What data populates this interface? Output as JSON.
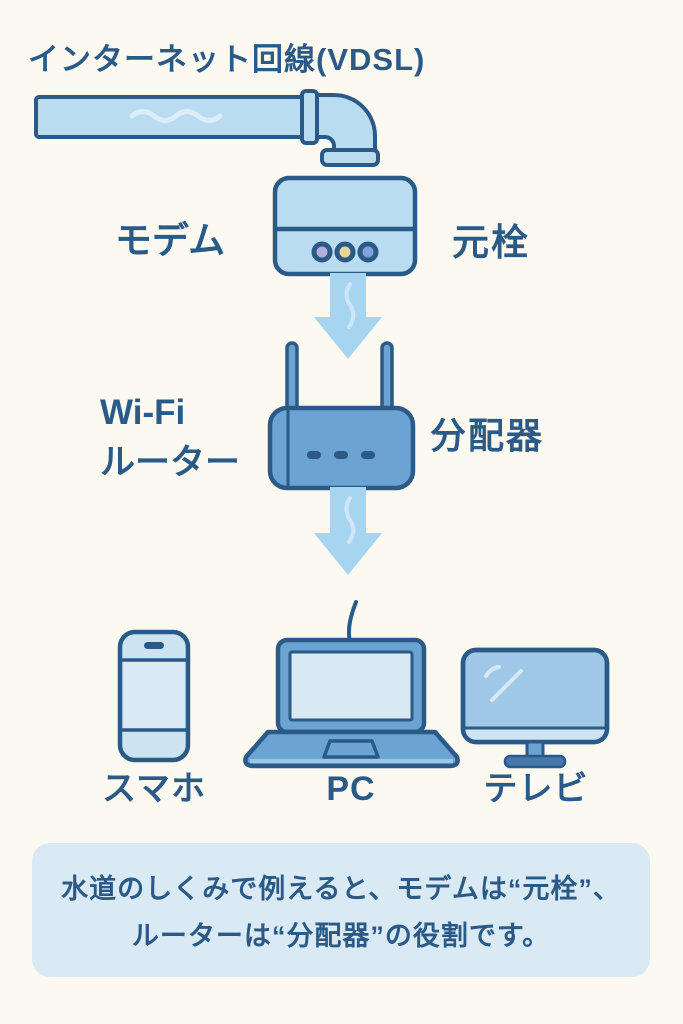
{
  "title": "インターネット回線(VDSL)",
  "labels": {
    "modem": "モデム",
    "main_valve": "元栓",
    "wifi_line1": "Wi-Fi",
    "wifi_line2": "ルーター",
    "splitter": "分配器",
    "smartphone": "スマホ",
    "pc": "PC",
    "tv": "テレビ"
  },
  "caption": {
    "line1": "水道のしくみで例えると、モデムは“元栓”、",
    "line2": "ルーターは“分配器”の役割です。"
  },
  "icons": [
    "water-pipe-icon",
    "modem-icon",
    "flow-arrow-icon",
    "wifi-router-icon",
    "smartphone-icon",
    "laptop-icon",
    "tv-icon"
  ],
  "colors": {
    "background": "#fcf9f1",
    "outline_dark_blue": "#2b5a87",
    "text_dark_blue": "#2b5a87",
    "light_blue_fill": "#b9dcf1",
    "screen_light_blue": "#d8e9f4",
    "medium_blue_fill": "#6ba3d3",
    "arrow_blue": "#a7d4ef",
    "caption_box_blue": "#d9eaf5",
    "modem_light_lavender": "#b6addc",
    "modem_light_yellow": "#e9d794",
    "modem_light_blue": "#7fa3d6"
  }
}
